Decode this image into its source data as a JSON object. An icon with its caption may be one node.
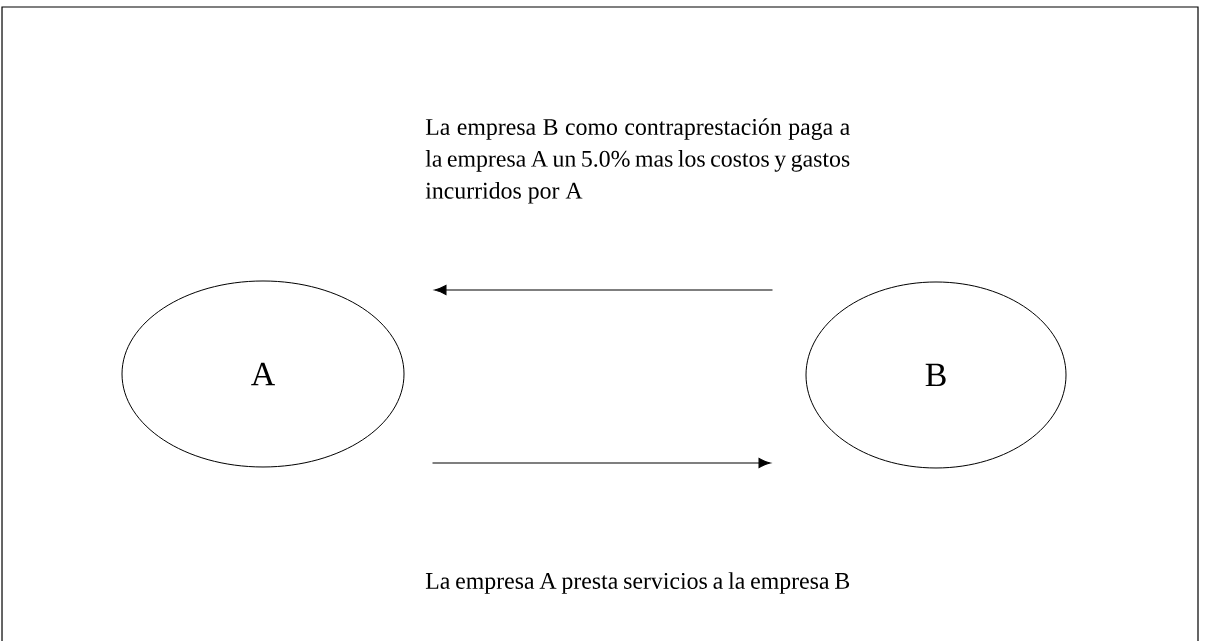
{
  "diagram": {
    "nodes": [
      {
        "text": [
          "A"
        ]
      },
      {
        "text": [
          "B"
        ]
      }
    ],
    "edges": [
      {
        "from": 1,
        "to": 0,
        "arrow": "to",
        "label": "La empresa B como contraprestación paga a la empresa A un 5.0% mas los costos y gastos incurridos por A"
      },
      {
        "from": 0,
        "to": 1,
        "arrow": "to",
        "label": "La empresa A presta servicios a la empresa B"
      }
    ]
  }
}
